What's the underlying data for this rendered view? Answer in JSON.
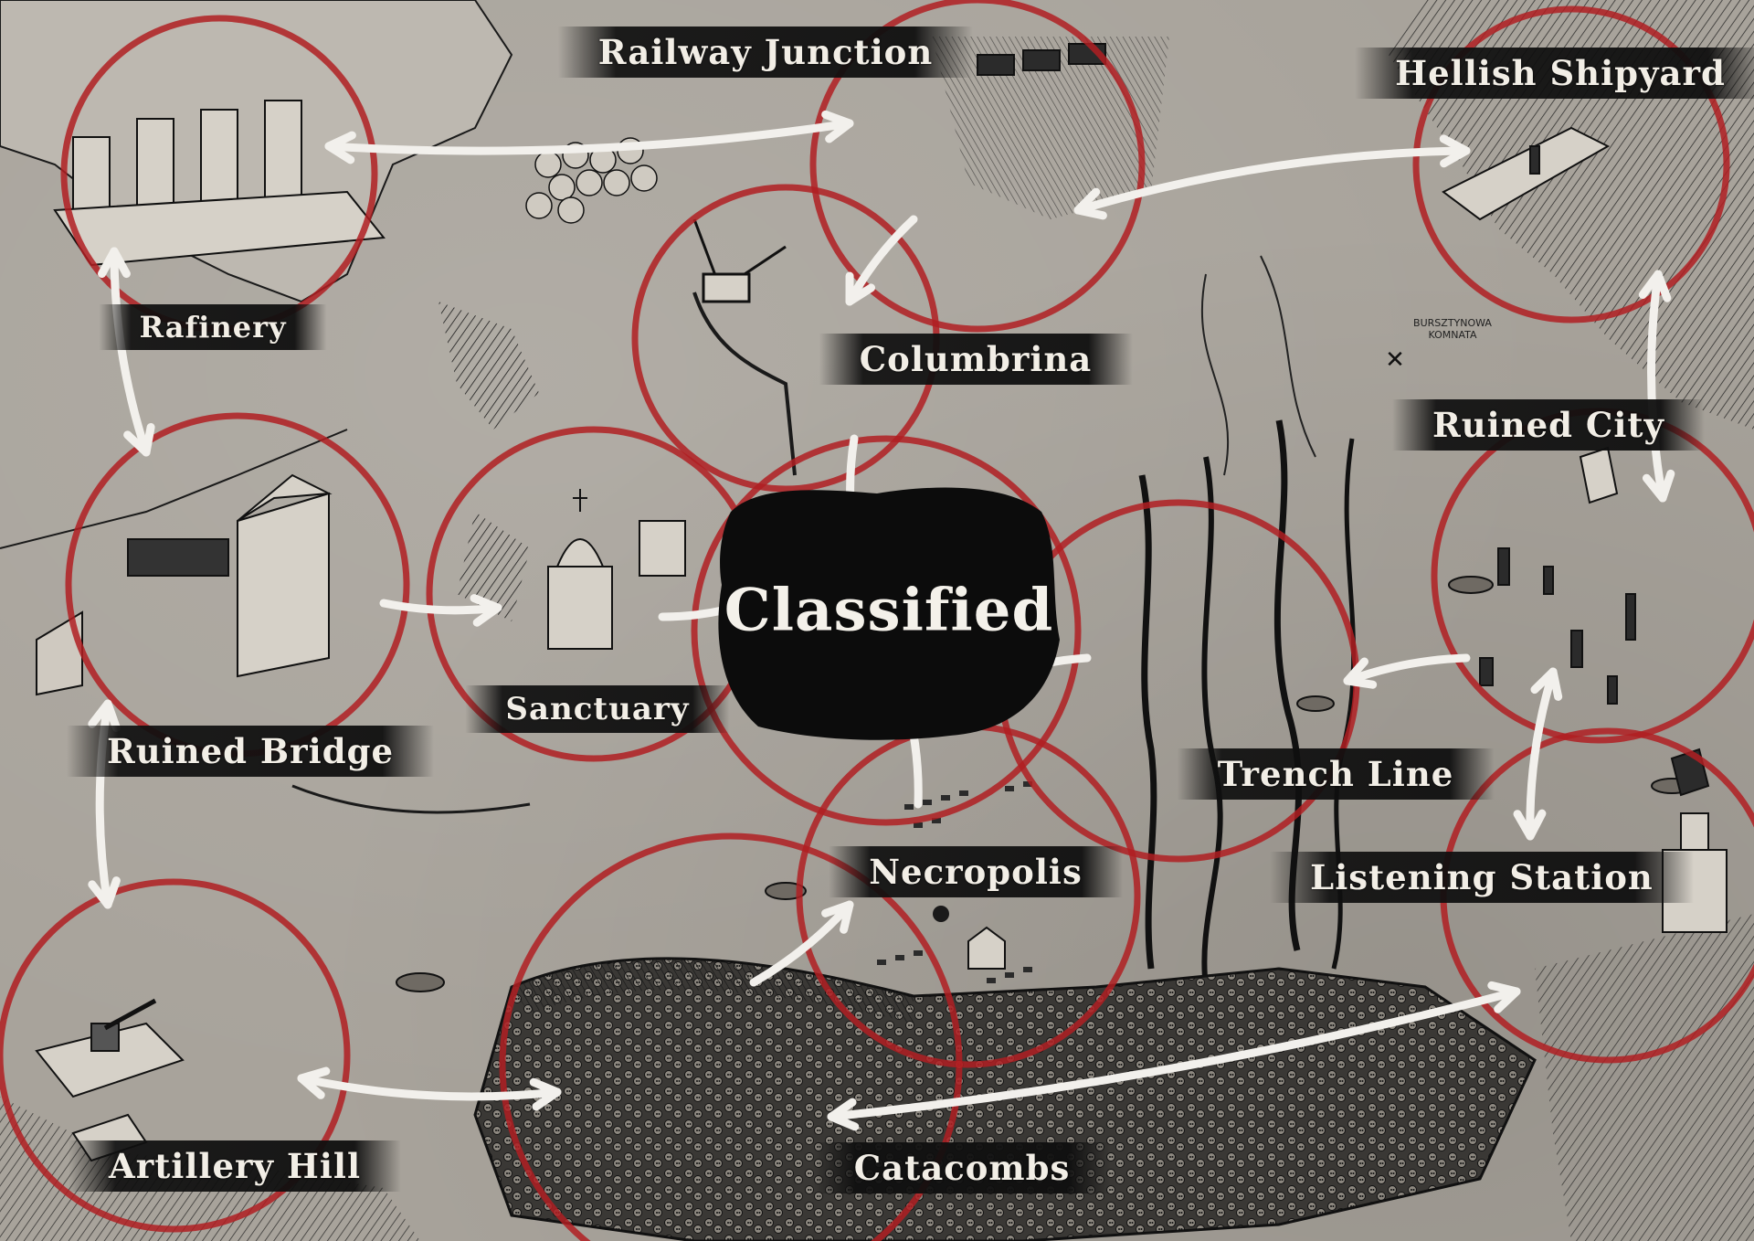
{
  "map": {
    "colors": {
      "parchment": "#a8a39b",
      "ink": "#141414",
      "ring_red": "#b01e22",
      "arrow_white": "#f2f0ec",
      "label_band": "#111111"
    },
    "center_label": "Classified",
    "locations": [
      {
        "id": "rafinery",
        "name": "Rafinery"
      },
      {
        "id": "railway-junction",
        "name": "Railway Junction"
      },
      {
        "id": "hellish-shipyard",
        "name": "Hellish Shipyard"
      },
      {
        "id": "columbrina",
        "name": "Columbrina"
      },
      {
        "id": "ruined-city",
        "name": "Ruined City"
      },
      {
        "id": "ruined-bridge",
        "name": "Ruined Bridge"
      },
      {
        "id": "sanctuary",
        "name": "Sanctuary"
      },
      {
        "id": "trench-line",
        "name": "Trench Line"
      },
      {
        "id": "listening-station",
        "name": "Listening Station"
      },
      {
        "id": "necropolis",
        "name": "Necropolis"
      },
      {
        "id": "artillery-hill",
        "name": "Artillery Hill"
      },
      {
        "id": "catacombs",
        "name": "Catacombs"
      }
    ],
    "annotation": {
      "text_line1": "BURSZTYNOWA",
      "text_line2": "KOMNATA",
      "mark": "✕"
    },
    "routes": [
      {
        "from": "Rafinery",
        "to": "Railway Junction",
        "bidirectional": true
      },
      {
        "from": "Rafinery",
        "to": "Ruined Bridge",
        "bidirectional": true
      },
      {
        "from": "Railway Junction",
        "to": "Columbrina",
        "bidirectional": false
      },
      {
        "from": "Hellish Shipyard",
        "to": "Railway Junction",
        "bidirectional": true
      },
      {
        "from": "Hellish Shipyard",
        "to": "Ruined City",
        "bidirectional": true
      },
      {
        "from": "Columbrina",
        "to": "Classified",
        "bidirectional": false
      },
      {
        "from": "Ruined Bridge",
        "to": "Sanctuary",
        "bidirectional": false
      },
      {
        "from": "Sanctuary",
        "to": "Classified",
        "bidirectional": false
      },
      {
        "from": "Ruined City",
        "to": "Trench Line",
        "bidirectional": false
      },
      {
        "from": "Trench Line",
        "to": "Classified",
        "bidirectional": false
      },
      {
        "from": "Ruined City",
        "to": "Listening Station",
        "bidirectional": true
      },
      {
        "from": "Necropolis",
        "to": "Classified",
        "bidirectional": false
      },
      {
        "from": "Ruined Bridge",
        "to": "Artillery Hill",
        "bidirectional": true
      },
      {
        "from": "Artillery Hill",
        "to": "Catacombs",
        "bidirectional": true
      },
      {
        "from": "Catacombs",
        "to": "Necropolis",
        "bidirectional": false
      },
      {
        "from": "Catacombs",
        "to": "Listening Station",
        "bidirectional": true
      }
    ]
  }
}
